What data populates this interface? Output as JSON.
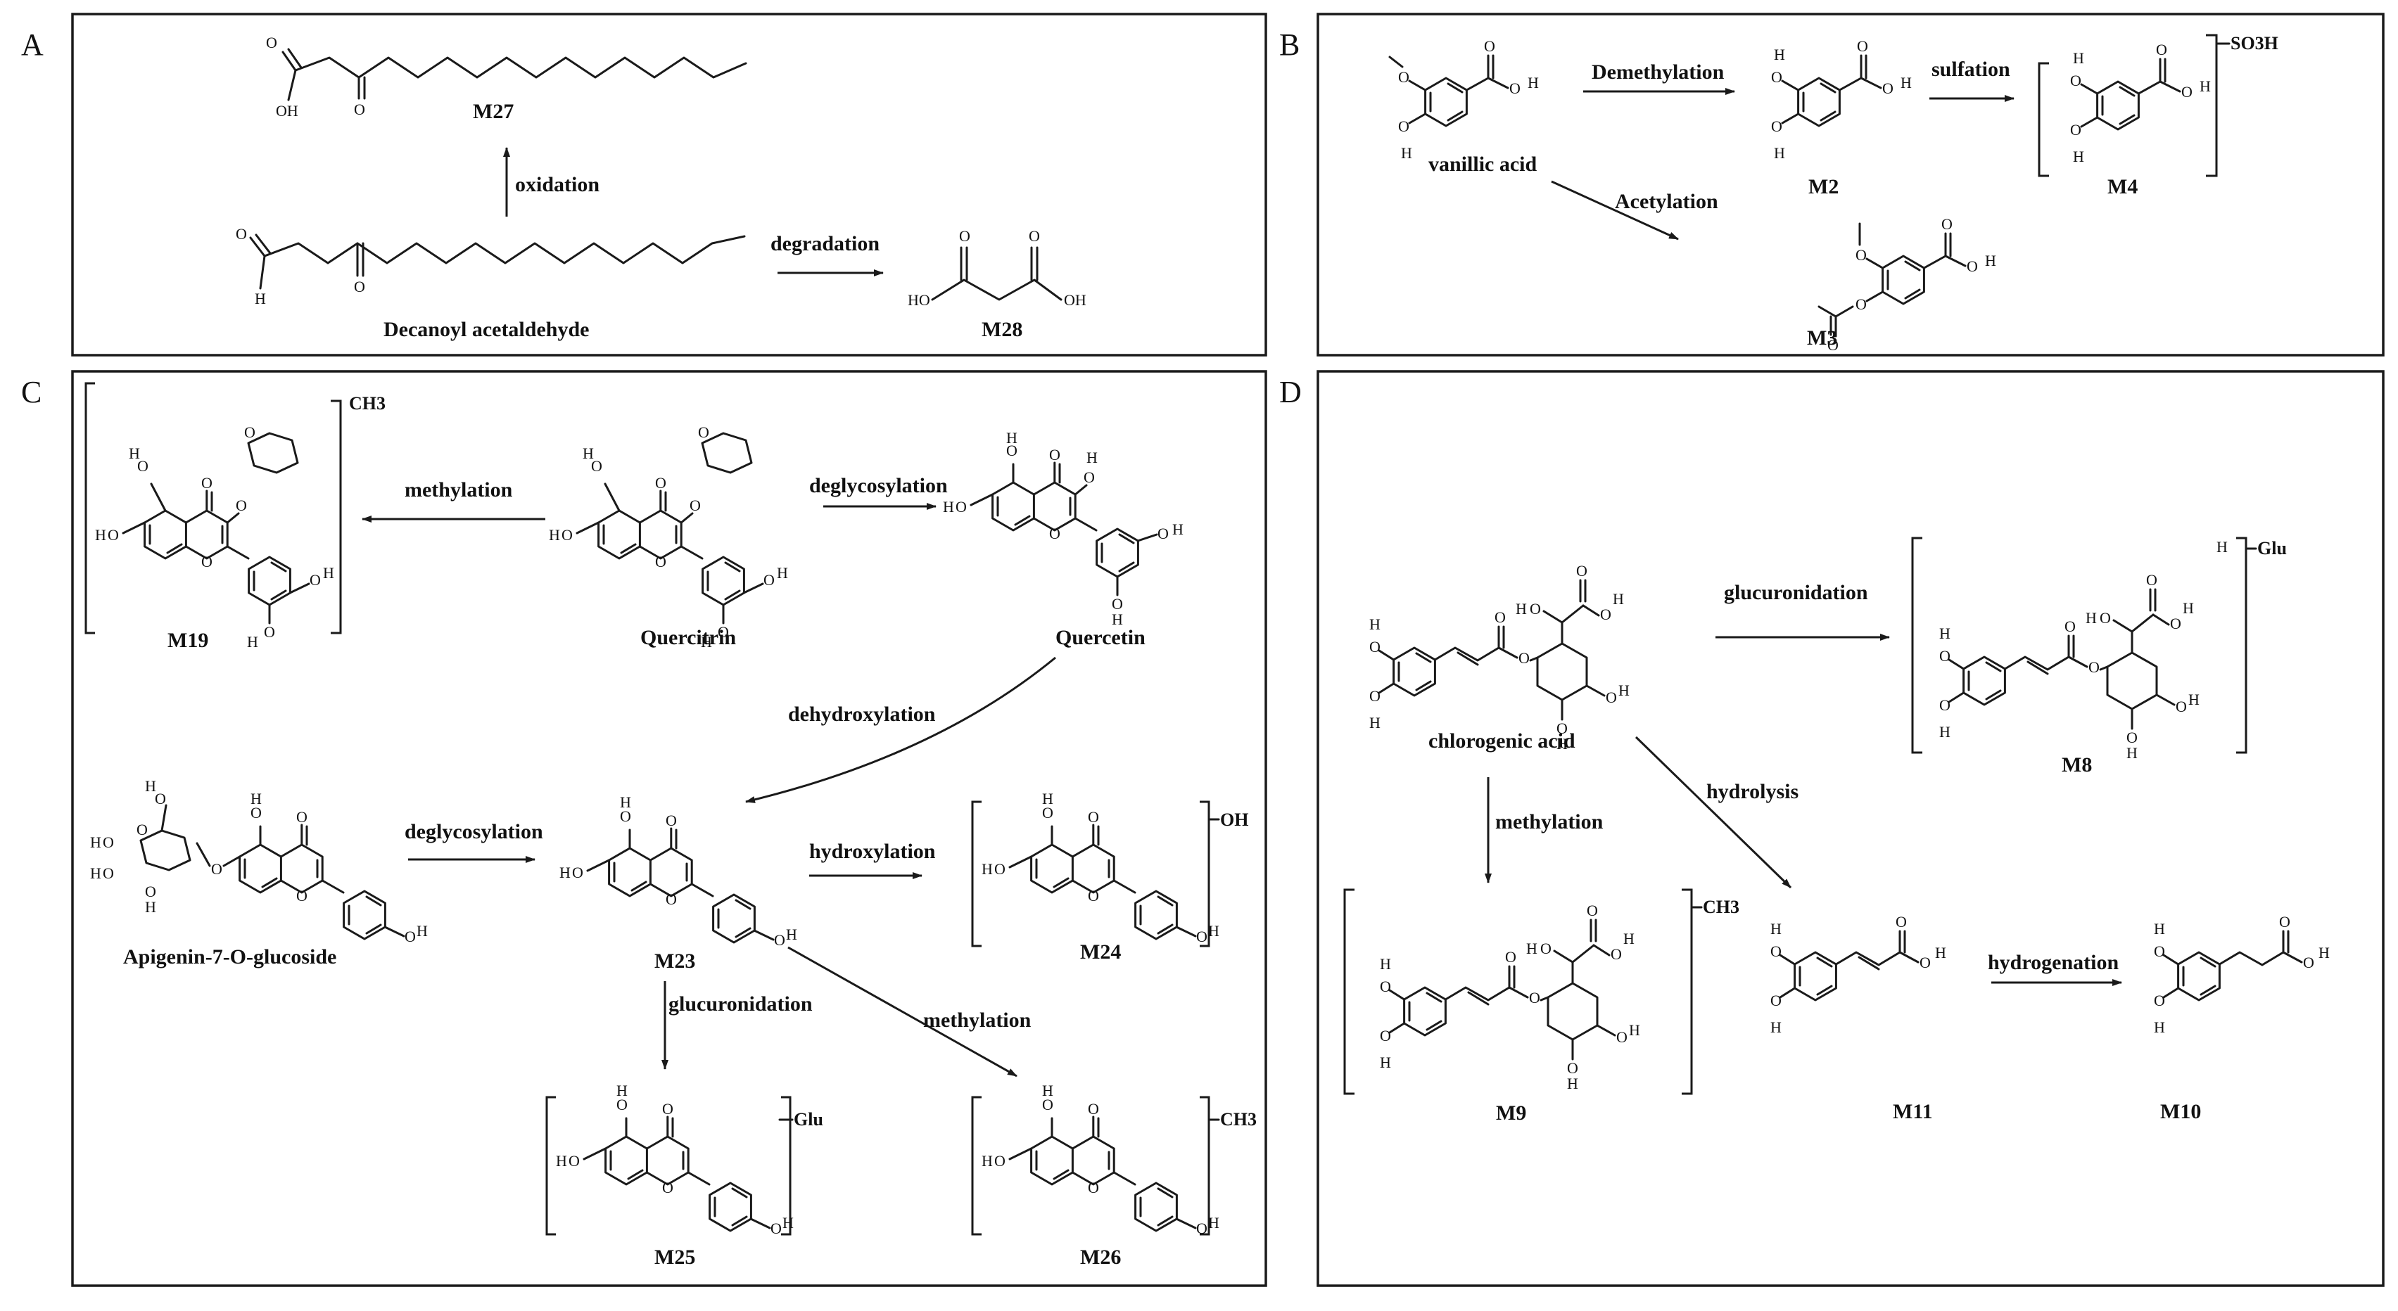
{
  "panels": [
    {
      "letter": "A"
    },
    {
      "letter": "B"
    },
    {
      "letter": "C"
    },
    {
      "letter": "D"
    }
  ],
  "panelA": {
    "compounds": {
      "m27": "M27",
      "decanoyl": "Decanoyl acetaldehyde",
      "m28": "M28"
    },
    "reactions": {
      "oxidation": "oxidation",
      "degradation": "degradation"
    },
    "atoms": {
      "oh": "OH",
      "ho": "HO",
      "o": "O",
      "h": "H"
    }
  },
  "panelB": {
    "compounds": {
      "vanillic": "vanillic acid",
      "m2": "M2",
      "m4": "M4",
      "m3": "M3"
    },
    "reactions": {
      "demethylation": "Demethylation",
      "sulfation": "sulfation",
      "acetylation": "Acetylation"
    },
    "tags": {
      "so3h": "SO3H"
    },
    "atoms": {
      "o": "O",
      "h": "H"
    }
  },
  "panelC": {
    "compounds": {
      "m19": "M19",
      "quercitrin": "Quercitrin",
      "quercetin": "Quercetin",
      "apigenin": "Apigenin-7-O-glucoside",
      "m23": "M23",
      "m24": "M24",
      "m25": "M25",
      "m26": "M26"
    },
    "reactions": {
      "methylation_top": "methylation",
      "deglycosylation_top": "deglycosylation",
      "dehydroxylation": "dehydroxylation",
      "deglycosylation_mid": "deglycosylation",
      "hydroxylation": "hydroxylation",
      "glucuronidation": "glucuronidation",
      "methylation_bottom": "methylation"
    },
    "tags": {
      "ch3_m19": "CH3",
      "oh_m24": "OH",
      "glu_m25": "Glu",
      "ch3_m26": "CH3"
    },
    "atoms": {
      "o": "O",
      "h": "H"
    }
  },
  "panelD": {
    "compounds": {
      "chlorogenic": "chlorogenic acid",
      "m8": "M8",
      "m9": "M9",
      "m11": "M11",
      "m10": "M10"
    },
    "reactions": {
      "glucuronidation": "glucuronidation",
      "methylation": "methylation",
      "hydrolysis": "hydrolysis",
      "hydrogenation": "hydrogenation"
    },
    "tags": {
      "glu_m8": "Glu",
      "ch3_m9": "CH3"
    },
    "atoms": {
      "o": "O",
      "h": "H"
    }
  }
}
